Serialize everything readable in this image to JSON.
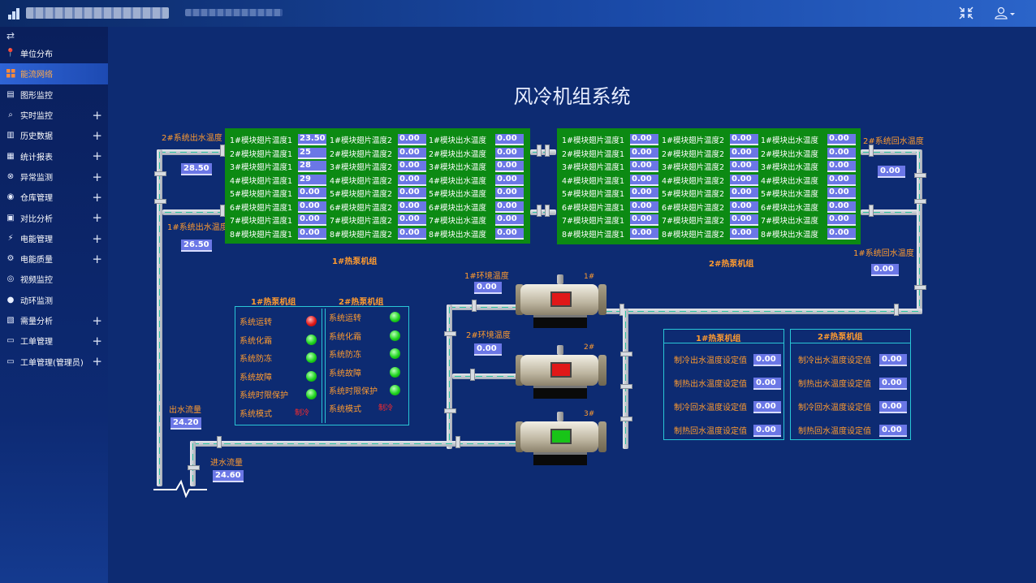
{
  "header": {
    "redacted_title": "",
    "redacted_subtitle": ""
  },
  "sidebar": {
    "toggle_icon": "swap-icon",
    "items": [
      {
        "label": "单位分布",
        "icon": "pin-icon",
        "expandable": false,
        "active": false
      },
      {
        "label": "能流网络",
        "icon": "grid-icon",
        "expandable": false,
        "active": true
      },
      {
        "label": "图形监控",
        "icon": "monitor-icon",
        "expandable": false,
        "active": false
      },
      {
        "label": "实时监控",
        "icon": "search-icon",
        "expandable": true,
        "active": false
      },
      {
        "label": "历史数据",
        "icon": "history-icon",
        "expandable": true,
        "active": false
      },
      {
        "label": "统计报表",
        "icon": "report-icon",
        "expandable": true,
        "active": false
      },
      {
        "label": "异常监测",
        "icon": "alert-icon",
        "expandable": true,
        "active": false
      },
      {
        "label": "仓库管理",
        "icon": "warehouse-icon",
        "expandable": true,
        "active": false
      },
      {
        "label": "对比分析",
        "icon": "compare-icon",
        "expandable": true,
        "active": false
      },
      {
        "label": "电能管理",
        "icon": "power-icon",
        "expandable": true,
        "active": false
      },
      {
        "label": "电能质量",
        "icon": "quality-icon",
        "expandable": true,
        "active": false
      },
      {
        "label": "视频监控",
        "icon": "camera-icon",
        "expandable": false,
        "active": false
      },
      {
        "label": "动环监测",
        "icon": "info-icon",
        "expandable": false,
        "active": false
      },
      {
        "label": "需量分析",
        "icon": "chart-icon",
        "expandable": true,
        "active": false
      },
      {
        "label": "工单管理",
        "icon": "ticket-icon",
        "expandable": true,
        "active": false
      },
      {
        "label": "工单管理(管理员)",
        "icon": "ticket-admin-icon",
        "expandable": true,
        "active": false
      }
    ]
  },
  "page": {
    "title": "风冷机组系统"
  },
  "pipes": {
    "sys2_supply_label": "2#系统出水温度",
    "sys2_supply_value": "28.50",
    "sys1_supply_label": "1#系统出水温度",
    "sys1_supply_value": "26.50",
    "sys2_return_label": "2#系统回水温度",
    "sys2_return_value": "0.00",
    "sys1_return_label": "1#系统回水温度",
    "sys1_return_value": "0.00",
    "env1_label": "1#环境温度",
    "env1_value": "0.00",
    "env2_label": "2#环境温度",
    "env2_value": "0.00",
    "outflow_label": "出水流量",
    "outflow_value": "24.20",
    "inflow_label": "进水流量",
    "inflow_value": "24.60"
  },
  "panel1": {
    "label": "1#热泵机组",
    "col1": [
      {
        "name": "1#模块翅片温度1",
        "value": "23.50"
      },
      {
        "name": "2#模块翅片温度1",
        "value": "25"
      },
      {
        "name": "3#模块翅片温度1",
        "value": "28"
      },
      {
        "name": "4#模块翅片温度1",
        "value": "29"
      },
      {
        "name": "5#模块翅片温度1",
        "value": "0.00"
      },
      {
        "name": "6#模块翅片温度1",
        "value": "0.00"
      },
      {
        "name": "7#模块翅片温度1",
        "value": "0.00"
      },
      {
        "name": "8#模块翅片温度1",
        "value": "0.00"
      }
    ],
    "col2": [
      {
        "name": "1#模块翅片温度2",
        "value": "0.00"
      },
      {
        "name": "2#模块翅片温度2",
        "value": "0.00"
      },
      {
        "name": "3#模块翅片温度2",
        "value": "0.00"
      },
      {
        "name": "4#模块翅片温度2",
        "value": "0.00"
      },
      {
        "name": "5#模块翅片温度2",
        "value": "0.00"
      },
      {
        "name": "6#模块翅片温度2",
        "value": "0.00"
      },
      {
        "name": "7#模块翅片温度2",
        "value": "0.00"
      },
      {
        "name": "8#模块翅片温度2",
        "value": "0.00"
      }
    ],
    "col3": [
      {
        "name": "1#模块出水温度",
        "value": "0.00"
      },
      {
        "name": "2#模块出水温度",
        "value": "0.00"
      },
      {
        "name": "3#模块出水温度",
        "value": "0.00"
      },
      {
        "name": "4#模块出水温度",
        "value": "0.00"
      },
      {
        "name": "5#模块出水温度",
        "value": "0.00"
      },
      {
        "name": "6#模块出水温度",
        "value": "0.00"
      },
      {
        "name": "7#模块出水温度",
        "value": "0.00"
      },
      {
        "name": "8#模块出水温度",
        "value": "0.00"
      }
    ]
  },
  "panel2": {
    "label": "2#热泵机组",
    "col1": [
      {
        "name": "1#模块翅片温度1",
        "value": "0.00"
      },
      {
        "name": "2#模块翅片温度1",
        "value": "0.00"
      },
      {
        "name": "3#模块翅片温度1",
        "value": "0.00"
      },
      {
        "name": "4#模块翅片温度1",
        "value": "0.00"
      },
      {
        "name": "5#模块翅片温度1",
        "value": "0.00"
      },
      {
        "name": "6#模块翅片温度1",
        "value": "0.00"
      },
      {
        "name": "7#模块翅片温度1",
        "value": "0.00"
      },
      {
        "name": "8#模块翅片温度1",
        "value": "0.00"
      }
    ],
    "col2": [
      {
        "name": "1#模块翅片温度2",
        "value": "0.00"
      },
      {
        "name": "2#模块翅片温度2",
        "value": "0.00"
      },
      {
        "name": "3#模块翅片温度2",
        "value": "0.00"
      },
      {
        "name": "4#模块翅片温度2",
        "value": "0.00"
      },
      {
        "name": "5#模块翅片温度2",
        "value": "0.00"
      },
      {
        "name": "6#模块翅片温度2",
        "value": "0.00"
      },
      {
        "name": "7#模块翅片温度2",
        "value": "0.00"
      },
      {
        "name": "8#模块翅片温度2",
        "value": "0.00"
      }
    ],
    "col3": [
      {
        "name": "1#模块出水温度",
        "value": "0.00"
      },
      {
        "name": "2#模块出水温度",
        "value": "0.00"
      },
      {
        "name": "3#模块出水温度",
        "value": "0.00"
      },
      {
        "name": "4#模块出水温度",
        "value": "0.00"
      },
      {
        "name": "5#模块出水温度",
        "value": "0.00"
      },
      {
        "name": "6#模块出水温度",
        "value": "0.00"
      },
      {
        "name": "7#模块出水温度",
        "value": "0.00"
      },
      {
        "name": "8#模块出水温度",
        "value": "0.00"
      }
    ]
  },
  "status": {
    "unit1": {
      "header": "1#热泵机组",
      "items": [
        {
          "label": "系统运转",
          "state": "red"
        },
        {
          "label": "系统化霜",
          "state": "green"
        },
        {
          "label": "系统防冻",
          "state": "green"
        },
        {
          "label": "系统故障",
          "state": "green"
        },
        {
          "label": "系统时限保护",
          "state": "green"
        }
      ],
      "mode_label": "系统模式",
      "mode_value": "制冷"
    },
    "unit2": {
      "header": "2#热泵机组",
      "items": [
        {
          "label": "系统运转",
          "state": "green"
        },
        {
          "label": "系统化霜",
          "state": "green"
        },
        {
          "label": "系统防冻",
          "state": "green"
        },
        {
          "label": "系统故障",
          "state": "green"
        },
        {
          "label": "系统时限保护",
          "state": "green"
        }
      ],
      "mode_label": "系统模式",
      "mode_value": "制冷"
    }
  },
  "units": [
    {
      "label": "1#",
      "indicator": "red"
    },
    {
      "label": "2#",
      "indicator": "red"
    },
    {
      "label": "3#",
      "indicator": "green"
    }
  ],
  "setpoints": {
    "unit1": {
      "header": "1#热泵机组",
      "items": [
        {
          "label": "制冷出水温度设定值",
          "value": "0.00"
        },
        {
          "label": "制热出水温度设定值",
          "value": "0.00"
        },
        {
          "label": "制冷回水温度设定值",
          "value": "0.00"
        },
        {
          "label": "制热回水温度设定值",
          "value": "0.00"
        }
      ]
    },
    "unit2": {
      "header": "2#热泵机组",
      "items": [
        {
          "label": "制冷出水温度设定值",
          "value": "0.00"
        },
        {
          "label": "制热出水温度设定值",
          "value": "0.00"
        },
        {
          "label": "制冷回水温度设定值",
          "value": "0.00"
        },
        {
          "label": "制热回水温度设定值",
          "value": "0.00"
        }
      ]
    }
  },
  "colors": {
    "panel_green": "#0c8a13",
    "value_bg": "#6b77e6",
    "orange": "#ff9b2f",
    "cyan": "#29c6d6"
  }
}
